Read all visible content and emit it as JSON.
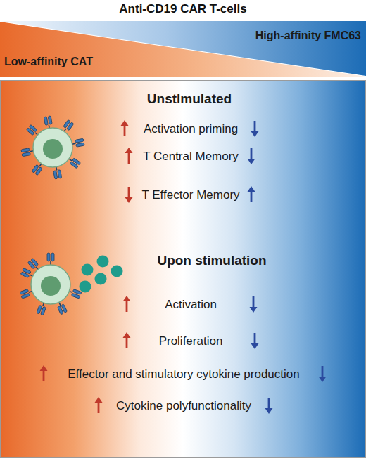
{
  "diagram": {
    "title": "Anti-CD19 CAR T-cells",
    "nodes": [
      {
        "text": [
          "Low-affinity CAT"
        ]
      },
      {
        "text": [
          "High-affinity FMC63"
        ]
      },
      {
        "text": [
          "Unstimulated",
          "Activation priming",
          "T Central Memory",
          "T Effector Memory",
          "Upon stimulation",
          "Activation",
          "Proliferation",
          "Effector and stimulatory cytokine production",
          "Cytokine polyfunctionality"
        ]
      }
    ]
  }
}
